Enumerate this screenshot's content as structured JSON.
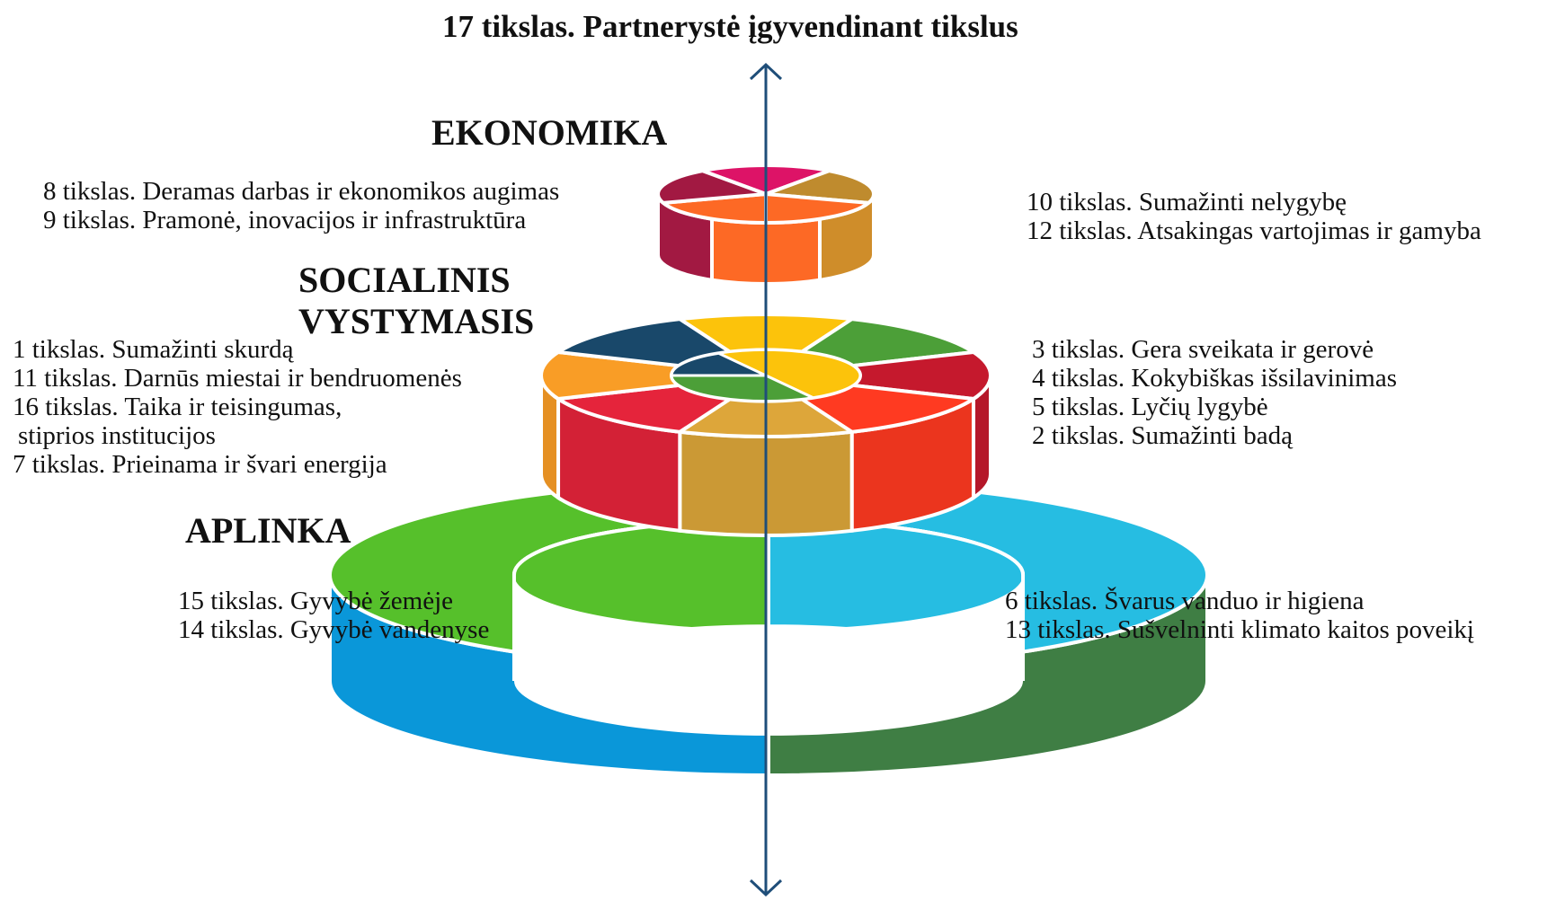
{
  "title": "17 tikslas. Partnerystė įgyvendinant tikslus",
  "tiers": {
    "economy": {
      "label": "EKONOMIKA",
      "left": [
        "8 tikslas. Deramas darbas ir ekonomikos augimas",
        "9 tikslas. Pramonė, inovacijos ir infrastruktūra"
      ],
      "right": [
        "10 tikslas. Sumažinti nelygybę",
        "12 tikslas. Atsakingas vartojimas ir gamyba"
      ],
      "colors": [
        "#dd1367",
        "#bf8b2e",
        "#fd6925",
        "#a21942",
        "#cf8d2a"
      ]
    },
    "social": {
      "label_line1": "SOCIALINIS",
      "label_line2": "VYSTYMASIS",
      "left": [
        "1 tikslas. Sumažinti skurdą",
        "11 tikslas. Darnūs miestai ir bendruomenės",
        "16 tikslas. Taika ir teisingumas,",
        "stiprios institucijos",
        "7 tikslas. Prieinama ir švari energija"
      ],
      "right": [
        "3 tikslas. Gera sveikata ir gerovė",
        "4 tikslas. Kokybiškas išsilavinimas",
        "5 tikslas. Lyčių lygybė",
        "2 tikslas. Sumažinti badą"
      ],
      "colors": [
        "#fcc30b",
        "#4c9f38",
        "#c5192d",
        "#ff3a21",
        "#dda63a",
        "#e5243b",
        "#f99d26",
        "#19486a"
      ]
    },
    "environment": {
      "label": "APLINKA",
      "left": [
        "15 tikslas. Gyvybė žemėje",
        "14 tikslas. Gyvybė vandenyse"
      ],
      "right": [
        "6 tikslas. Švarus vanduo ir higiena",
        "13 tikslas. Sušvelninti klimato kaitos poveikį"
      ],
      "colors": [
        "#56c02b",
        "#26bde2",
        "#0a97d9",
        "#3f7e44"
      ]
    }
  },
  "axis_color": "#1f4e79"
}
